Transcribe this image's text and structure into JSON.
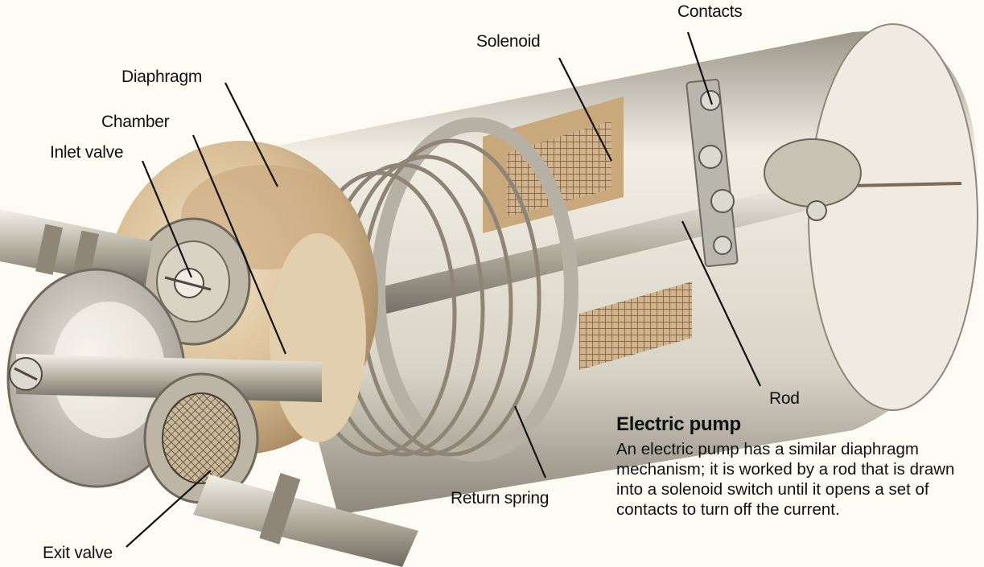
{
  "diagram": {
    "title": "Electric pump",
    "caption": "An electric pump has a similar diaphragm mechanism; it is worked by a rod that is drawn into a solenoid switch until it opens a set of contacts to turn off the current.",
    "labels": {
      "diaphragm": "Diaphragm",
      "chamber": "Chamber",
      "inlet_valve": "Inlet valve",
      "solenoid": "Solenoid",
      "contacts": "Contacts",
      "rod": "Rod",
      "return_spring": "Return spring",
      "exit_valve": "Exit valve"
    },
    "colors": {
      "background": "#fdfbf3",
      "housing": "#e8e2d4",
      "brass": "#d9bf98",
      "metal": "#b9b3a6",
      "text": "#111111"
    }
  }
}
